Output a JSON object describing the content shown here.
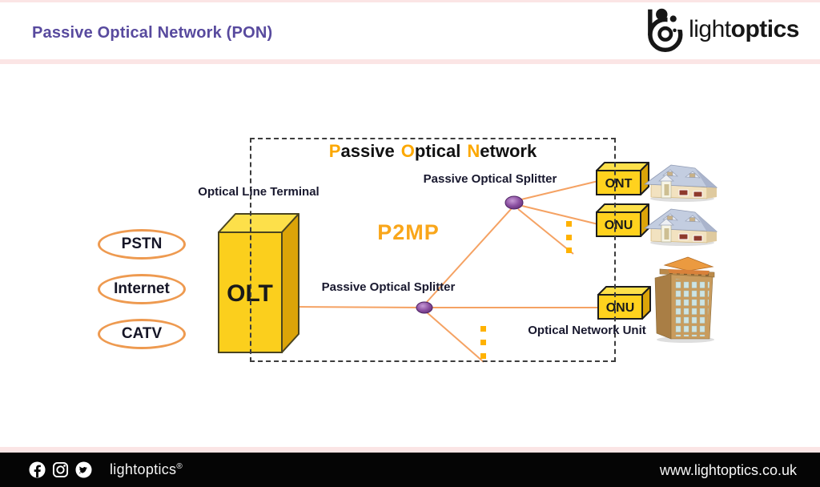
{
  "header": {
    "title": "Passive Optical Network (PON)",
    "logo_light": "light",
    "logo_bold": "optics"
  },
  "diagram": {
    "box_title": {
      "s1": "P",
      "s2": "assive",
      "s3": "O",
      "s4": "ptical",
      "s5": "N",
      "s6": "etwork"
    },
    "p2mp_label": "P2MP",
    "olt_terminal_label": "Optical Line Terminal",
    "splitter_top_label": "Passive Optical Splitter",
    "splitter_mid_label": "Passive Optical Splitter",
    "onu_unit_label": "Optical Network Unit",
    "sources": [
      "PSTN",
      "Internet",
      "CATV"
    ],
    "olt_text": "OLT",
    "ont_text": "ONT",
    "onu_top_text": "ONU",
    "onu_bottom_text": "ONU",
    "icons": [
      "house-icon",
      "house-icon",
      "building-icon"
    ],
    "colors": {
      "fiber_line": "#F5A263",
      "accent_orange": "#FCA800",
      "device_yellow": "#FBCE18",
      "splitter_purple": "#8A4FA0",
      "source_ellipse_stroke": "#EE9A50",
      "dots_orange": "#FFB200"
    }
  },
  "footer": {
    "social_icons": [
      "facebook-icon",
      "instagram-icon",
      "twitter-icon"
    ],
    "brand": "lightoptics",
    "registered_mark": "®",
    "url": "www.lightoptics.co.uk"
  },
  "theme": {
    "title_purple": "#584A9E",
    "pink_strip": "#FBE5E5",
    "footer_black": "#050505"
  }
}
